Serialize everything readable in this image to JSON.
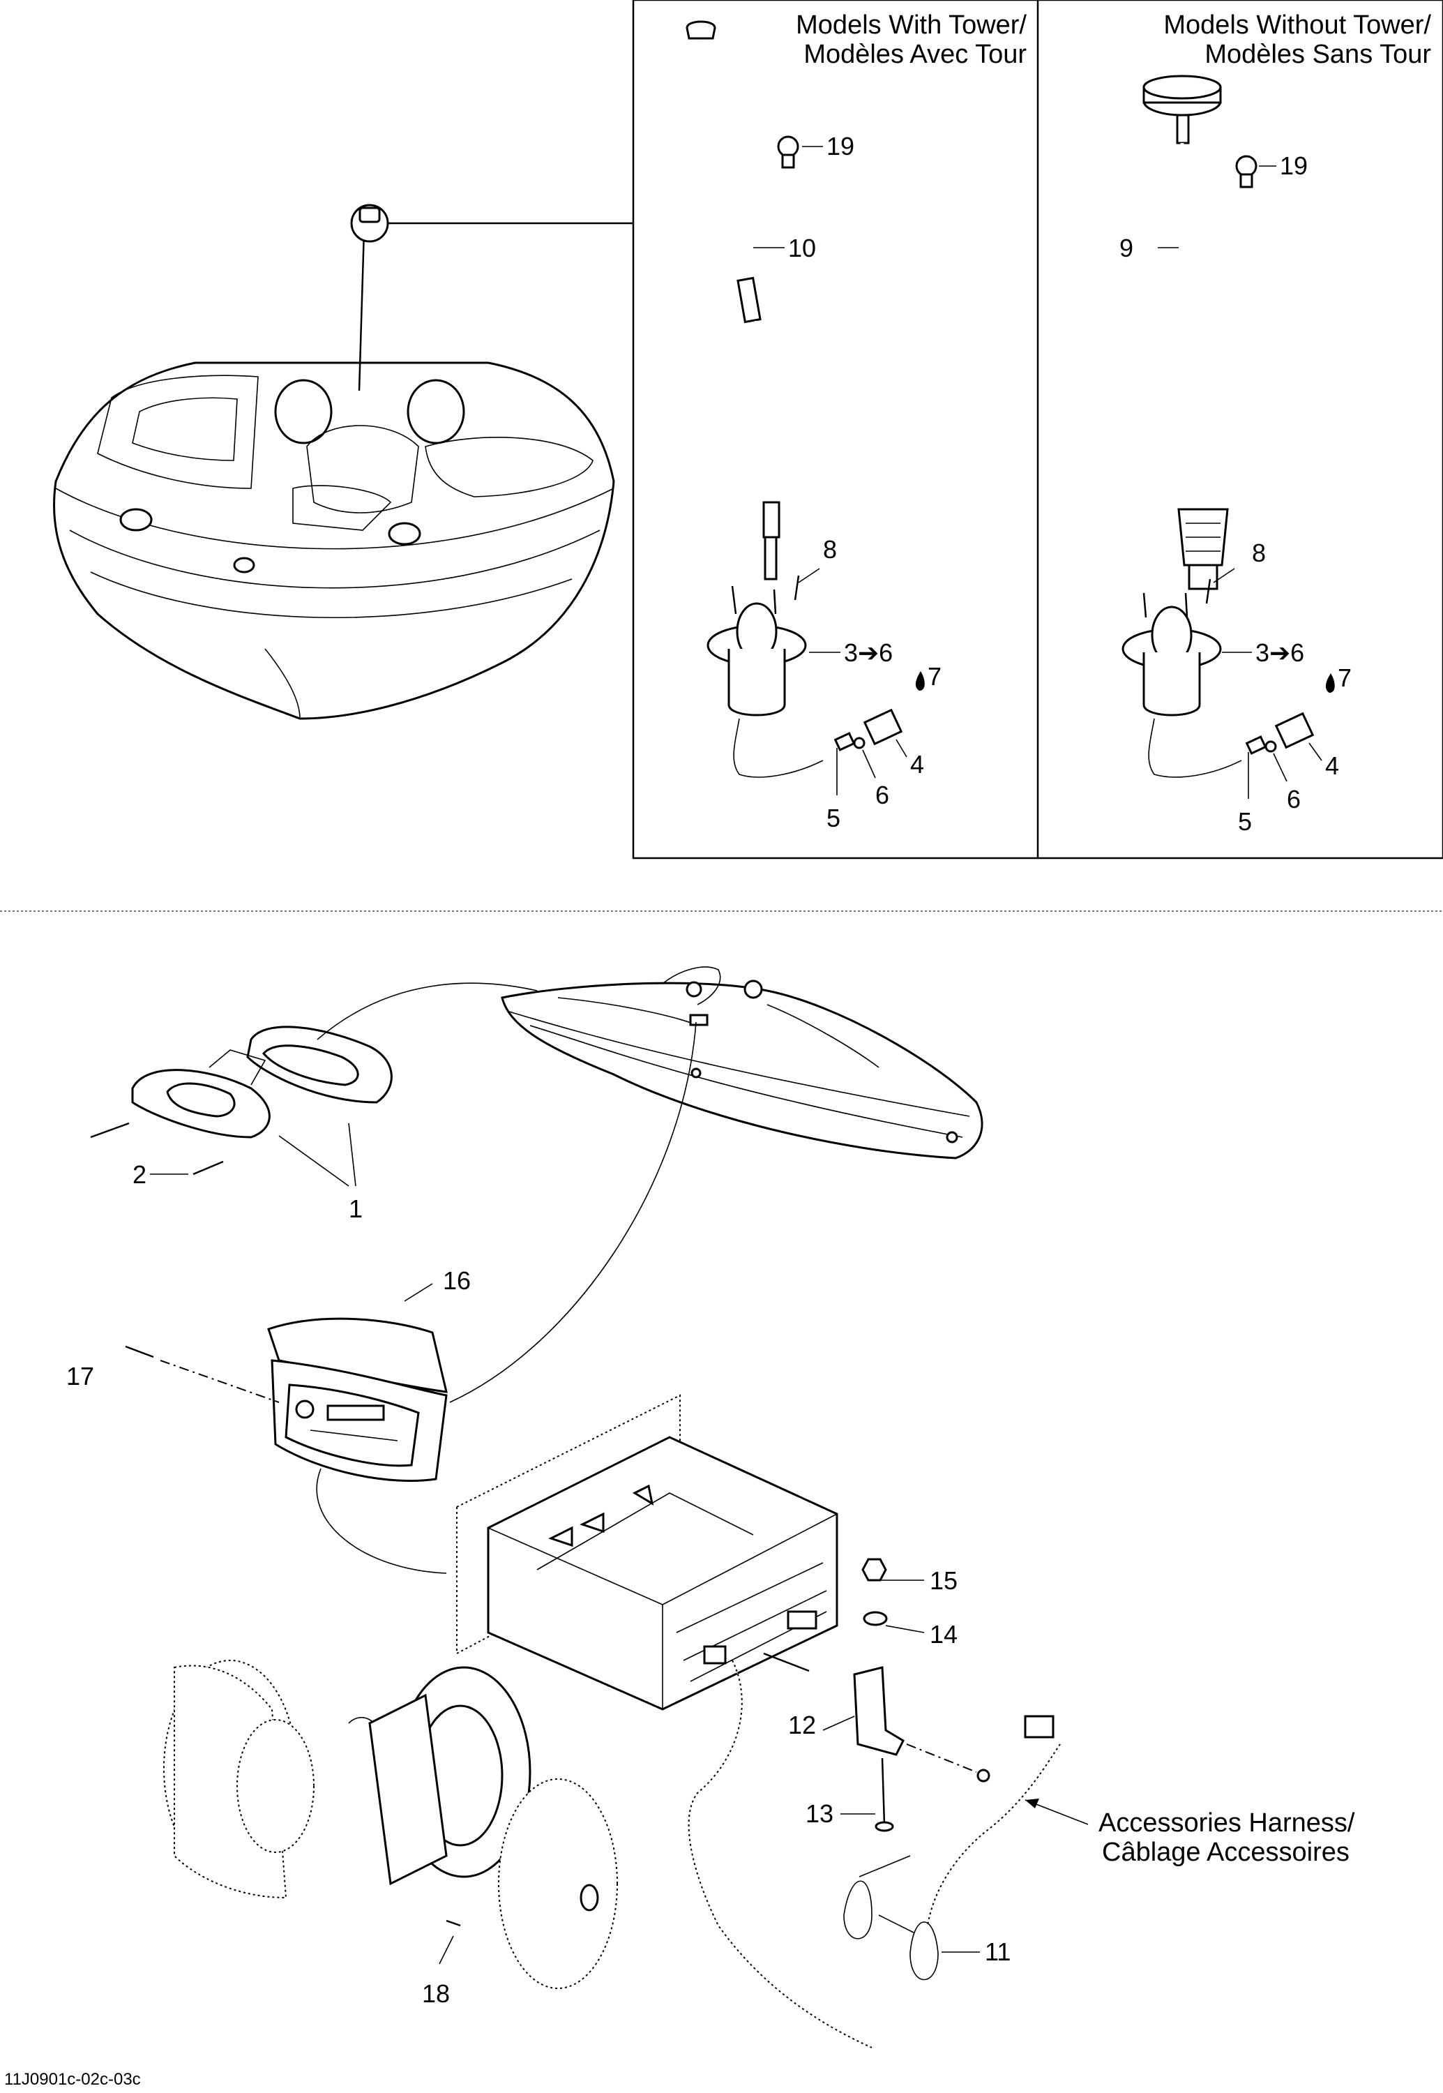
{
  "panels": {
    "with_tower_title_1": "Models With Tower/",
    "with_tower_title_2": "Modèles Avec Tour",
    "without_tower_title_1": "Models Without Tower/",
    "without_tower_title_2": "Modèles Sans Tour"
  },
  "harness_label_1": "Accessories Harness/",
  "harness_label_2": "Câblage Accessoires",
  "drawing_code": "11J0901c-02c-03c",
  "callouts": {
    "c1": "1",
    "c2": "2",
    "c3_6_left": "3➔6",
    "c3_6_right": "3➔6",
    "c4_left": "4",
    "c4_right": "4",
    "c5_left": "5",
    "c5_right": "5",
    "c6_left": "6",
    "c6_right": "6",
    "c7_left": "7",
    "c7_right": "7",
    "c8_left": "8",
    "c8_right": "8",
    "c9": "9",
    "c10": "10",
    "c11": "11",
    "c12": "12",
    "c13": "13",
    "c14": "14",
    "c15": "15",
    "c16": "16",
    "c17": "17",
    "c18": "18",
    "c19_left": "19",
    "c19_right": "19"
  }
}
